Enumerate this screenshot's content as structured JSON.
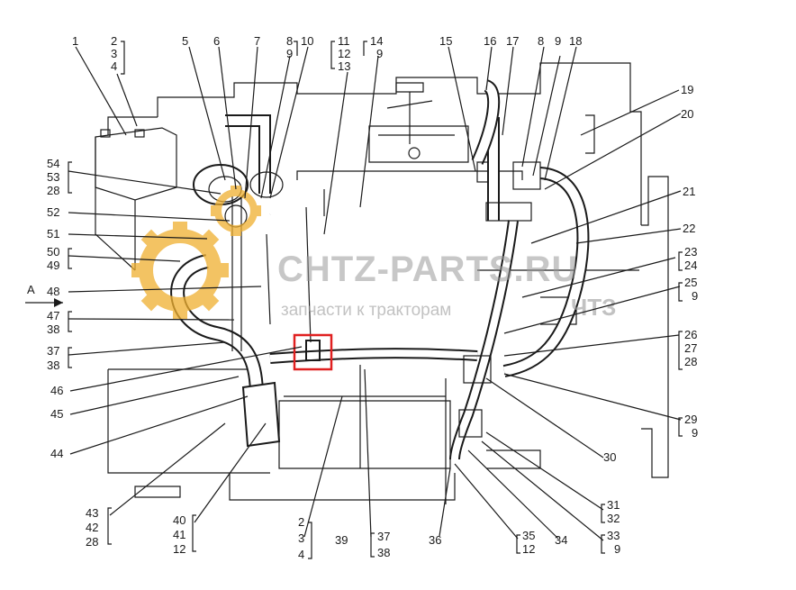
{
  "watermark": {
    "brand": "CHTZ-PARTS.RU",
    "tagline": "запчасти к тракторам",
    "tagline_brand": "ЧТЗ"
  },
  "diagram": {
    "marker": "A",
    "labels_top": [
      "1",
      "2",
      "3",
      "4",
      "5",
      "6",
      "7",
      "8",
      "9",
      "10",
      "11",
      "12",
      "13",
      "14",
      "9",
      "15",
      "16",
      "17",
      "8",
      "9",
      "18"
    ],
    "labels_right": [
      "19",
      "20",
      "21",
      "22",
      "23",
      "24",
      "25",
      "9",
      "26",
      "27",
      "28",
      "29",
      "9",
      "30",
      "31",
      "32",
      "33",
      "9",
      "34",
      "35",
      "12",
      "36"
    ],
    "labels_bottom": [
      "2",
      "3",
      "4",
      "39",
      "37",
      "38"
    ],
    "labels_left": [
      "54",
      "53",
      "28",
      "52",
      "51",
      "50",
      "49",
      "48",
      "47",
      "38",
      "37",
      "38",
      "46",
      "45",
      "44",
      "43",
      "42",
      "28",
      "40",
      "41",
      "12"
    ]
  },
  "colors": {
    "line": "#1a1a1a",
    "highlight": "#e02020",
    "gear": "#f0b030",
    "watermark": "#9a9a9a"
  }
}
